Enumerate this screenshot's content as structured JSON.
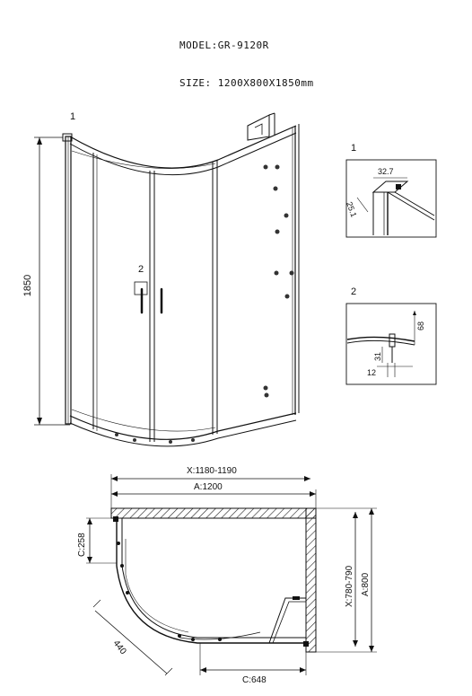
{
  "header": {
    "model": "MODEL:GR-9120R",
    "size": "SIZE: 1200X800X1850mm"
  },
  "front_view": {
    "height_label": "1850",
    "callout_1": "1",
    "callout_2": "2"
  },
  "detail_1": {
    "number": "1",
    "dim_a": "32.7",
    "dim_b": "25.1"
  },
  "detail_2": {
    "number": "2",
    "dim_a": "68",
    "dim_b": "31",
    "dim_c": "12"
  },
  "plan_view": {
    "x_width": "X:1180-1190",
    "a_width": "A:1200",
    "c_258": "C:258",
    "radius_440": "440",
    "c_648": "C:648",
    "x_depth": "X:780-790",
    "a_depth": "A:800"
  }
}
